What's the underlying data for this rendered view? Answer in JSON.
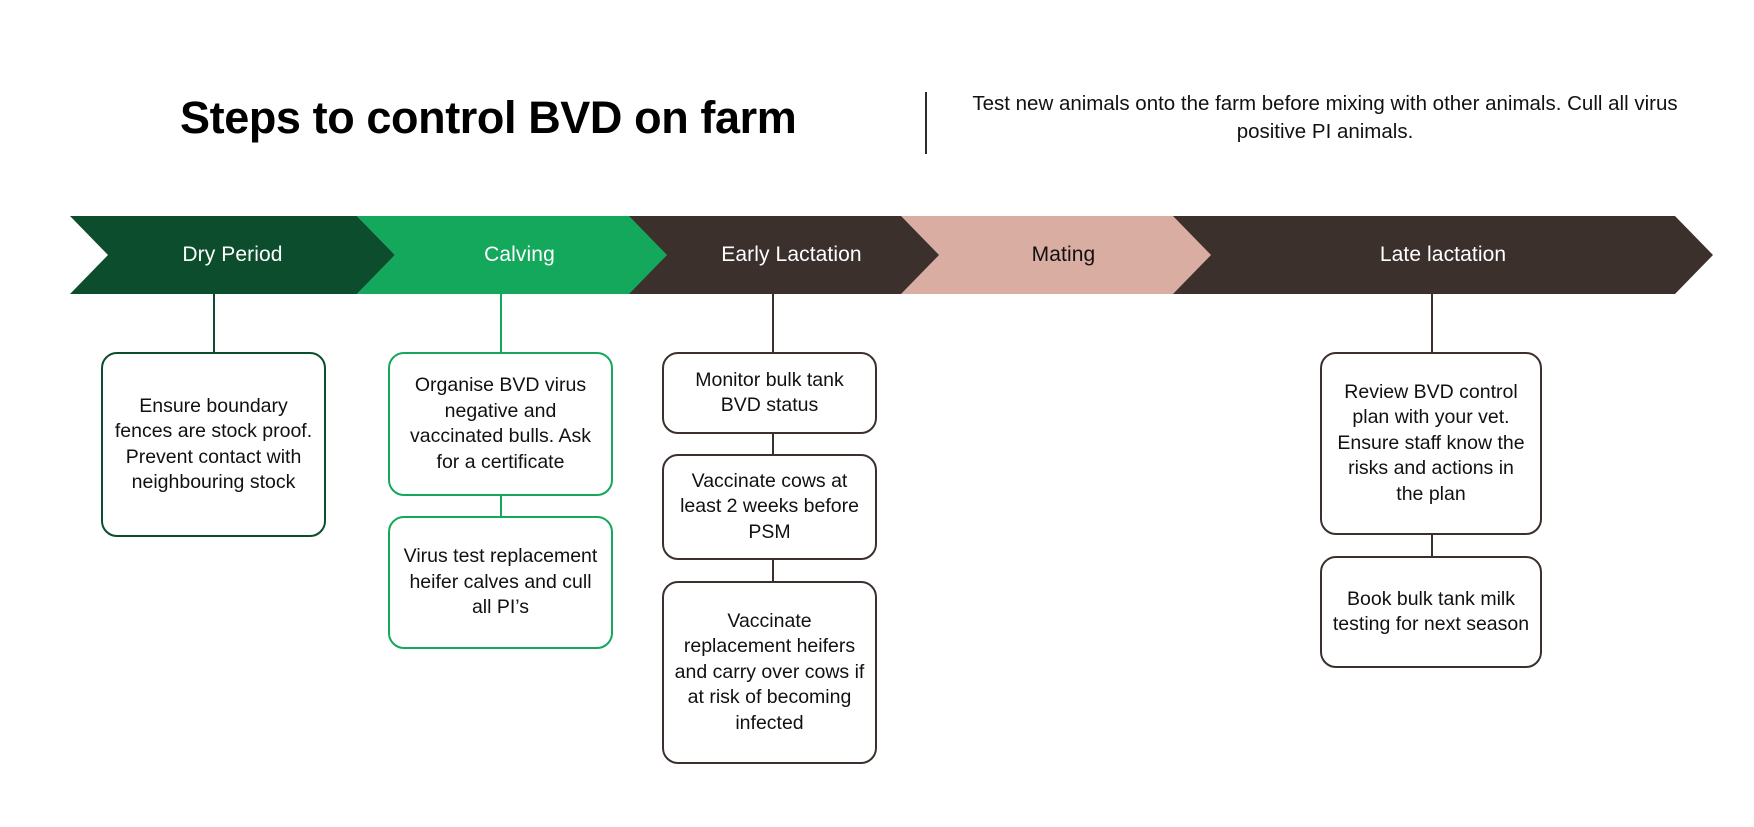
{
  "header": {
    "title": "Steps to control BVD on farm",
    "subtitle": "Test new animals onto the farm before mixing with other animals. Cull all virus positive PI animals."
  },
  "colors": {
    "dry_period": "#0b4d2c",
    "calving": "#13a85b",
    "early_lactation": "#3c302d",
    "mating": "#d9ada1",
    "late_lactation": "#3c302d",
    "page_background": "#ffffff",
    "text_dark": "#111111",
    "text_light": "#ffffff"
  },
  "timeline": {
    "stages": [
      {
        "label": "Dry Period",
        "fill": "#0b4d2c",
        "text_color": "#ffffff"
      },
      {
        "label": "Calving",
        "fill": "#13a85b",
        "text_color": "#ffffff"
      },
      {
        "label": "Early Lactation",
        "fill": "#3c302d",
        "text_color": "#ffffff"
      },
      {
        "label": "Mating",
        "fill": "#d9ada1",
        "text_color": "#111111"
      },
      {
        "label": "Late lactation",
        "fill": "#3c302d",
        "text_color": "#ffffff"
      }
    ]
  },
  "actions": {
    "dry_period": [
      "Ensure boundary fences are stock proof. Prevent contact with neighbouring stock"
    ],
    "calving": [
      "Organise BVD virus negative and vaccinated bulls. Ask for a certificate",
      "Virus test replacement heifer calves and cull all PI’s"
    ],
    "early_lactation": [
      "Monitor bulk tank BVD status",
      "Vaccinate cows at least 2 weeks before PSM",
      "Vaccinate replacement heifers and carry over cows if at risk of becoming infected"
    ],
    "mating": [],
    "late_lactation": [
      "Review BVD control plan with your vet. Ensure staff know the risks and actions in the plan",
      "Book bulk tank milk testing for next season"
    ]
  }
}
